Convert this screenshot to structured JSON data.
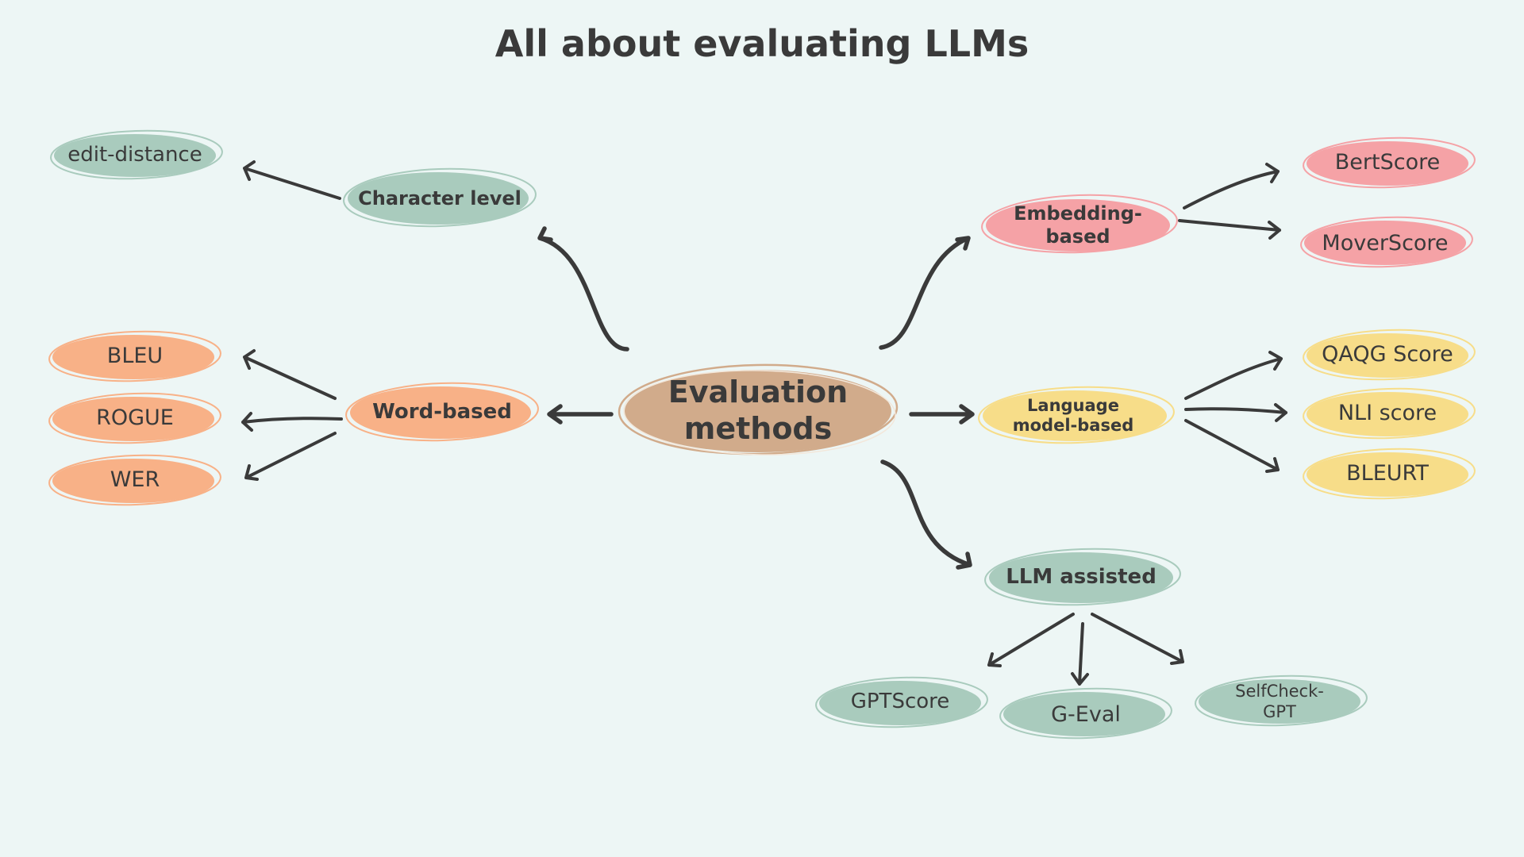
{
  "title": "All about evaluating LLMs",
  "colors": {
    "background": "#edf6f5",
    "green": "#a9cbbd",
    "orange": "#f8b187",
    "pink": "#f5a2a6",
    "yellow": "#f7dd89",
    "brown": "#d1ab8b",
    "text": "#3a3a3a"
  },
  "center": {
    "label": "Evaluation\nmethods",
    "color": "brown"
  },
  "categories": {
    "character": {
      "label": "Character level",
      "color": "green",
      "children": [
        {
          "label": "edit-distance"
        }
      ]
    },
    "word": {
      "label": "Word-based",
      "color": "orange",
      "children": [
        {
          "label": "BLEU"
        },
        {
          "label": "ROGUE"
        },
        {
          "label": "WER"
        }
      ]
    },
    "embedding": {
      "label": "Embedding-\nbased",
      "color": "pink",
      "children": [
        {
          "label": "BertScore"
        },
        {
          "label": "MoverScore"
        }
      ]
    },
    "language": {
      "label": "Language\nmodel-based",
      "color": "yellow",
      "children": [
        {
          "label": "QAQG Score"
        },
        {
          "label": "NLI score"
        },
        {
          "label": "BLEURT"
        }
      ]
    },
    "llm": {
      "label": "LLM assisted",
      "color": "green",
      "children": [
        {
          "label": "GPTScore"
        },
        {
          "label": "G-Eval"
        },
        {
          "label": "SelfCheck-\nGPT"
        }
      ]
    }
  }
}
